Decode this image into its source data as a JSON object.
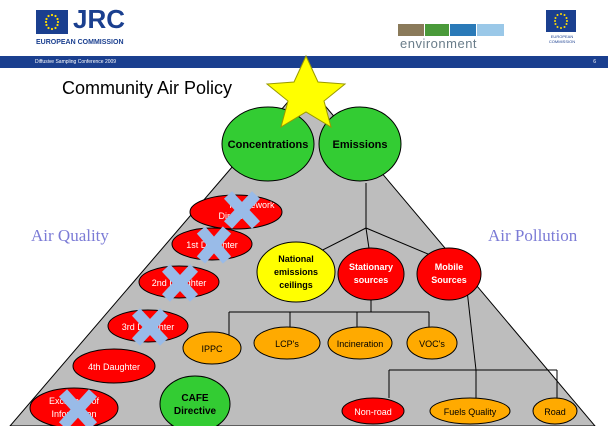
{
  "header": {
    "logo_text": "JRC",
    "org_text": "EUROPEAN COMMISSION",
    "conference": "Diffusive Sampling Conference 2009",
    "slide_number": "6",
    "env_text": "environment",
    "ec_small": "EUROPEAN COMMISSION"
  },
  "slide": {
    "title": "Community Air Policy",
    "left_label": "Air Quality",
    "right_label": "Air Pollution"
  },
  "nodes": {
    "concentrations": "Concentrations",
    "emissions": "Emissions",
    "national_1": "National",
    "national_2": "emissions",
    "national_3": "ceilings",
    "stationary_1": "Stationary",
    "stationary_2": "sources",
    "mobile_1": "Mobile",
    "mobile_2": "Sources",
    "ippc": "IPPC",
    "lcp": "LCP's",
    "incineration": "Incineration",
    "voc": "VOC's",
    "non_road": "Non-road",
    "fuels_quality": "Fuels Quality",
    "road": "Road",
    "cafe_1": "CAFE",
    "cafe_2": "Directive",
    "framework_1": "Framework",
    "framework_2": "Directive",
    "daughter_1": "1st Daughter",
    "daughter_2": "2nd Daughter",
    "daughter_3": "3rd Daughter",
    "daughter_4": "4th Daughter",
    "exchange_1": "Exchange of",
    "exchange_2": "Information"
  },
  "colors": {
    "pyramid": "#bdbdbd",
    "green": "#33cc33",
    "red": "#ff0000",
    "yellow": "#ffff00",
    "orange": "#ffaa00",
    "cross": "#99bbe8",
    "star": "#ffff00",
    "side_label": "#7b7bd6",
    "header_bar": "#1a3f8f"
  }
}
